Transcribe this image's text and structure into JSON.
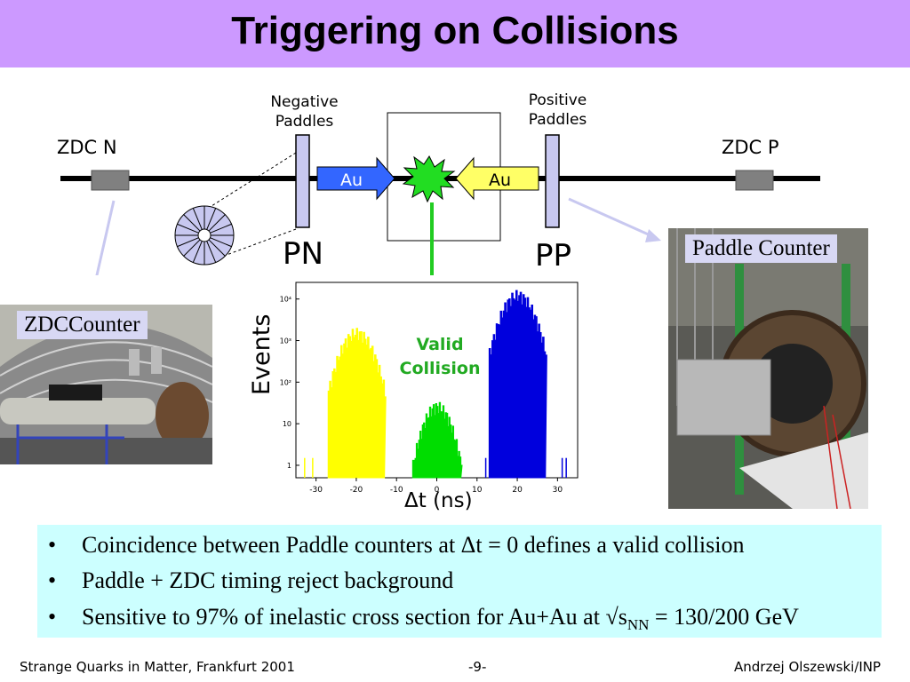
{
  "title": "Triggering on Collisions",
  "diagram": {
    "zdc_n": "ZDC N",
    "zdc_p": "ZDC P",
    "negative_paddles": [
      "Negative",
      "Paddles"
    ],
    "positive_paddles": [
      "Positive",
      "Paddles"
    ],
    "beam_left": "Au",
    "beam_right": "Au",
    "pn": "PN",
    "pp": "PP",
    "valid_collision": [
      "Valid",
      "Collision"
    ]
  },
  "photos": {
    "zdc_caption": "ZDCCounter",
    "paddle_caption": "Paddle Counter"
  },
  "chart_data": {
    "type": "histogram",
    "xlabel": "Δt (ns)",
    "ylabel": "Events",
    "yscale": "log",
    "x_ticks": [
      "-30",
      "-20",
      "-10",
      "0",
      "10",
      "20",
      "30"
    ],
    "y_ticks": [
      "1",
      "10",
      "10²",
      "10³",
      "10⁴"
    ],
    "xlim": [
      -35,
      35
    ],
    "series": [
      {
        "color": "#ffff00",
        "center": -20,
        "half_width": 7,
        "peak": 1500
      },
      {
        "color": "#00dd00",
        "center": 0,
        "half_width": 6,
        "peak": 25
      },
      {
        "color": "#0000dd",
        "center": 20,
        "half_width": 7,
        "peak": 12000
      }
    ]
  },
  "bullets": [
    "Coincidence between Paddle counters at Δt = 0 defines a valid collision",
    "Paddle + ZDC timing reject background",
    "Sensitive to 97% of inelastic cross section for Au+Au at √s"
  ],
  "bullet3": {
    "sub": "NN",
    "tail": " = 130/200 GeV"
  },
  "bullet_symbol": "•",
  "footer": {
    "left": "Strange Quarks in Matter, Frankfurt 2001",
    "center": "-9-",
    "right": "Andrzej Olszewski/INP"
  }
}
